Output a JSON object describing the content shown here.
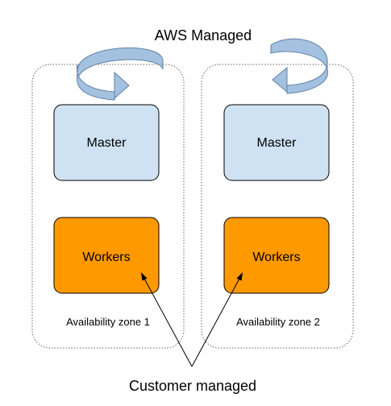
{
  "diagram": {
    "top_label": "AWS Managed",
    "bottom_label": "Customer managed",
    "zones": [
      {
        "master_label": "Master",
        "workers_label": "Workers",
        "zone_label": "Availability zone 1"
      },
      {
        "master_label": "Master",
        "workers_label": "Workers",
        "zone_label": "Availability zone 2"
      }
    ],
    "colors": {
      "master_fill": "#cfe2f3",
      "workers_fill": "#ff9900",
      "arrow_fill": "#a4c2df",
      "arrow_dark": "#5f82a7",
      "zone_border": "#666666",
      "box_border": "#000000"
    }
  }
}
